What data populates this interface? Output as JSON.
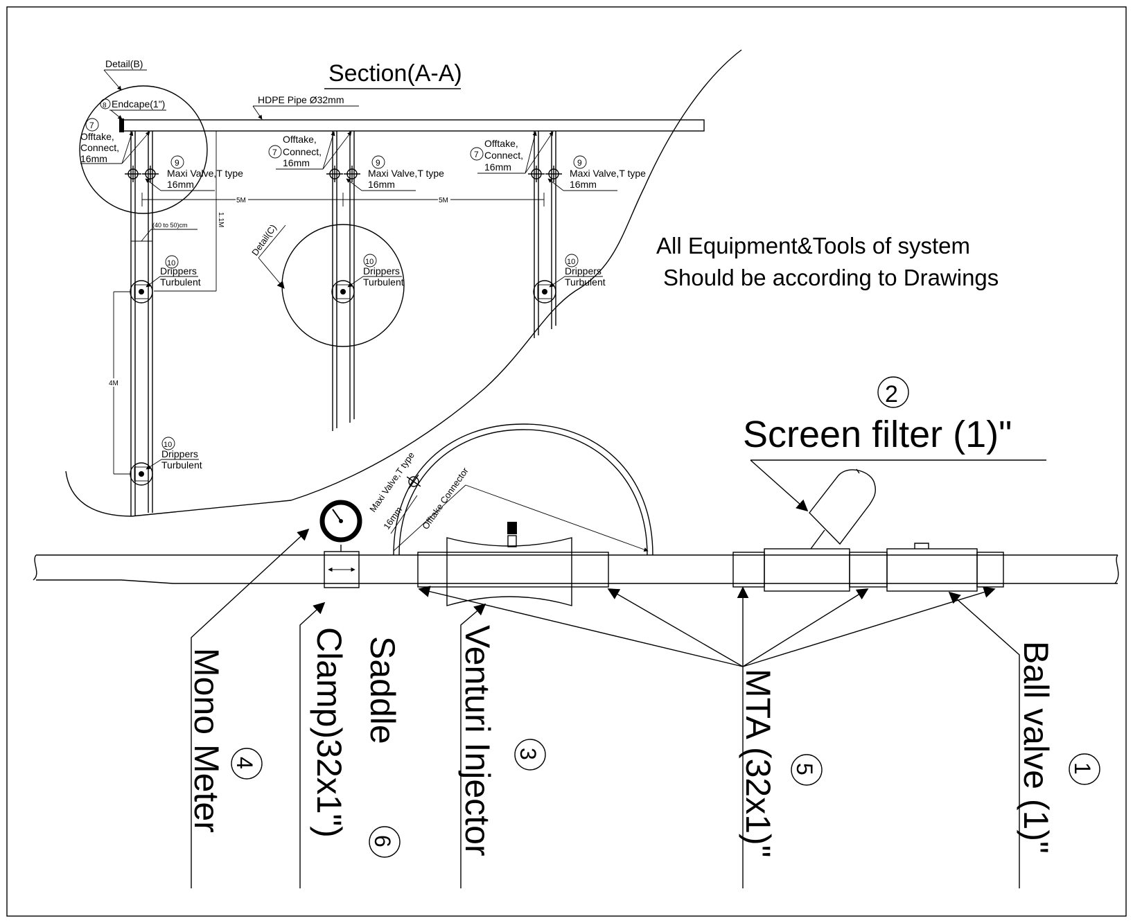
{
  "section": {
    "title": "Section(A-A)"
  },
  "pipe": {
    "label": "HDPE Pipe Ø32mm"
  },
  "detail_b": {
    "label": "Detail(B)"
  },
  "detail_c": {
    "label": "Detail(C)"
  },
  "endcap": {
    "num": "8",
    "label": "Endcape(1\")"
  },
  "offtake": {
    "num": "7",
    "line1": "Offtake,",
    "line2": "Connect,",
    "line3": "16mm"
  },
  "maxi_valve": {
    "num": "9",
    "line1": "Maxi Valve,T type",
    "line2": "16mm"
  },
  "drippers": {
    "num": "10",
    "line1": "Drippers",
    "line2": "Turbulent"
  },
  "dims": {
    "spacing_1": "5M",
    "spacing_2": "5M",
    "height": "1.1M",
    "row": "4M",
    "offset": "(40 to 50)cm"
  },
  "note": {
    "line1": "All Equipment&Tools of system",
    "line2": "Should be according to Drawings"
  },
  "screen_filter": {
    "num": "2",
    "label": "Screen filter (1)\""
  },
  "venturi_detail": {
    "valve_line1": "Maxi Valve,T type",
    "valve_line2": "16mm",
    "connector": "Offtake Connector"
  },
  "components": {
    "mono_meter": {
      "num": "4",
      "label": "Mono Meter"
    },
    "saddle": {
      "num": "6",
      "label1": "Saddle",
      "label2": "Clamp)32x1\")"
    },
    "venturi": {
      "num": "3",
      "label": "Venturi Injector"
    },
    "mta": {
      "num": "5",
      "label": "MTA (32x1)\""
    },
    "ball_valve": {
      "num": "1",
      "label": "Ball valve (1)\""
    }
  }
}
